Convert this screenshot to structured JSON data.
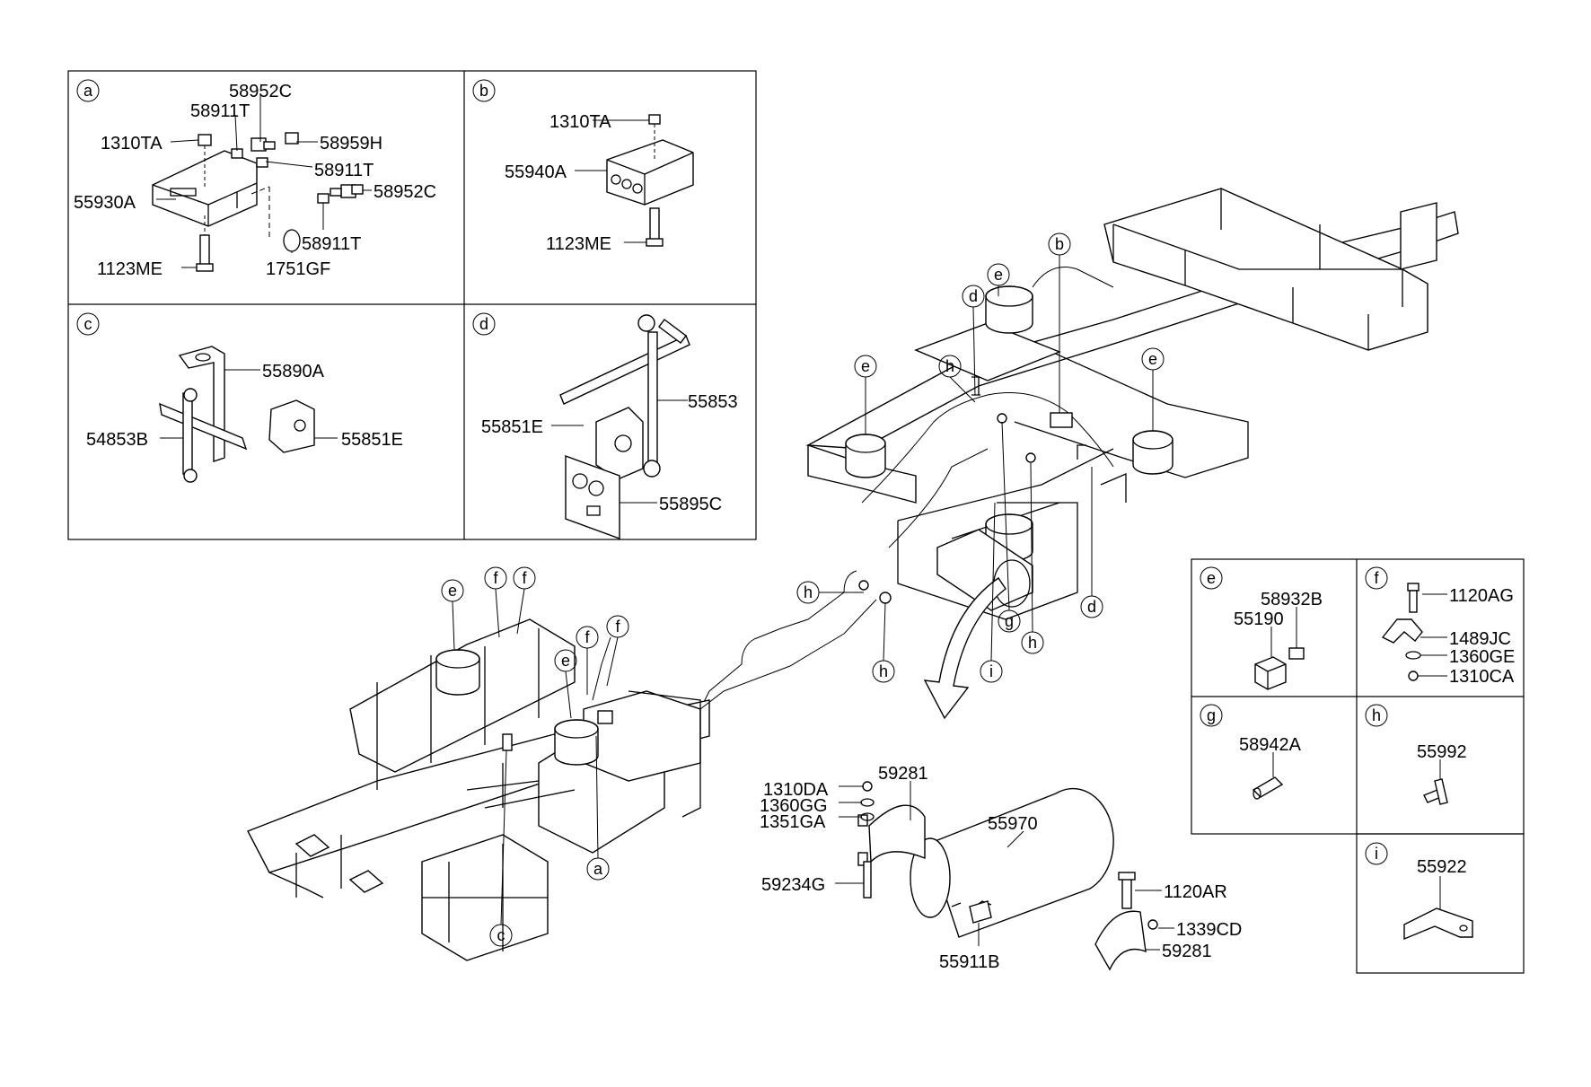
{
  "panels": {
    "a": {
      "letter": "a",
      "parts": {
        "p58952C_top": "58952C",
        "p58911T_top": "58911T",
        "p1310TA": "1310TA",
        "p58959H": "58959H",
        "p58911T_mid": "58911T",
        "p58952C_mid": "58952C",
        "p55930A": "55930A",
        "p58911T_bot": "58911T",
        "p1751GF": "1751GF",
        "p1123ME": "1123ME"
      }
    },
    "b": {
      "letter": "b",
      "parts": {
        "p1310TA": "1310TA",
        "p55940A": "55940A",
        "p1123ME": "1123ME"
      }
    },
    "c": {
      "letter": "c",
      "parts": {
        "p55890A": "55890A",
        "p54853B": "54853B",
        "p55851E": "55851E"
      }
    },
    "d": {
      "letter": "d",
      "parts": {
        "p55851E": "55851E",
        "p55853": "55853",
        "p55895C": "55895C"
      }
    },
    "e": {
      "letter": "e",
      "parts": {
        "p58932B": "58932B",
        "p55190": "55190"
      }
    },
    "f": {
      "letter": "f",
      "parts": {
        "p1120AG": "1120AG",
        "p1489JC": "1489JC",
        "p1360GE": "1360GE",
        "p1310CA": "1310CA"
      }
    },
    "g": {
      "letter": "g",
      "parts": {
        "p58942A": "58942A"
      }
    },
    "h": {
      "letter": "h",
      "parts": {
        "p55992": "55992"
      }
    },
    "i": {
      "letter": "i",
      "parts": {
        "p55922": "55922"
      }
    }
  },
  "tank": {
    "p59281_top": "59281",
    "p1310DA": "1310DA",
    "p1360GG": "1360GG",
    "p1351GA": "1351GA",
    "p55970": "55970",
    "p59234G": "59234G",
    "p1120AR": "1120AR",
    "p1339CD": "1339CD",
    "p59281_bot": "59281",
    "p55911B": "55911B"
  },
  "callouts": {
    "b": "b",
    "d": "d",
    "e": "e",
    "h": "h",
    "g": "g",
    "i": "i",
    "a": "a",
    "c": "c",
    "f": "f"
  }
}
